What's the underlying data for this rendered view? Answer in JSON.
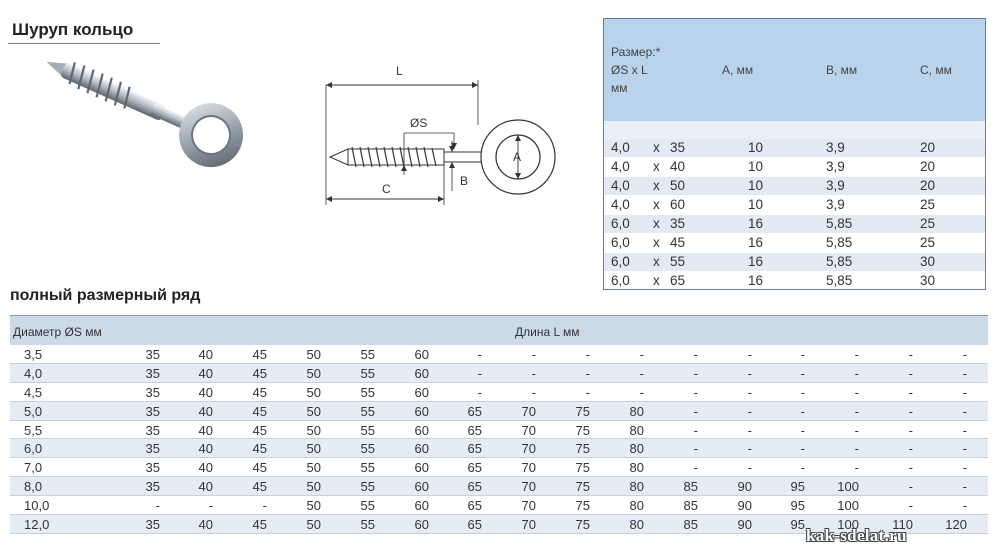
{
  "title": "Шуруп кольцо",
  "drawing": {
    "label_L": "L",
    "label_S": "ØS",
    "label_A": "A",
    "label_B": "B",
    "label_C": "C"
  },
  "spec_table": {
    "header": {
      "size_line1": "Размер:*",
      "size_line2": "ØS  x L",
      "size_line3": "мм",
      "col_a": "A, мм",
      "col_b": "B, мм",
      "col_c": "C, мм"
    },
    "rows": [
      {
        "d": "4,0",
        "x": "x",
        "l": "35",
        "a": "10",
        "b": "3,9",
        "c": "20"
      },
      {
        "d": "4,0",
        "x": "x",
        "l": "40",
        "a": "10",
        "b": "3,9",
        "c": "20"
      },
      {
        "d": "4,0",
        "x": "x",
        "l": "50",
        "a": "10",
        "b": "3,9",
        "c": "20"
      },
      {
        "d": "4,0",
        "x": "x",
        "l": "60",
        "a": "10",
        "b": "3,9",
        "c": "25"
      },
      {
        "d": "6,0",
        "x": "x",
        "l": "35",
        "a": "16",
        "b": "5,85",
        "c": "25"
      },
      {
        "d": "6,0",
        "x": "x",
        "l": "45",
        "a": "16",
        "b": "5,85",
        "c": "25"
      },
      {
        "d": "6,0",
        "x": "x",
        "l": "55",
        "a": "16",
        "b": "5,85",
        "c": "30"
      },
      {
        "d": "6,0",
        "x": "x",
        "l": "65",
        "a": "16",
        "b": "5,85",
        "c": "30"
      }
    ]
  },
  "subtitle": "полный размерный ряд",
  "range_table": {
    "header_diameter": "Диаметр ØS мм",
    "header_length": "Длина  L  мм",
    "rows": [
      {
        "d": "3,5",
        "v": [
          "35",
          "40",
          "45",
          "50",
          "55",
          "60",
          "-",
          "-",
          "-",
          "-",
          "-",
          "-",
          "-",
          "-",
          "-",
          "-"
        ]
      },
      {
        "d": "4,0",
        "v": [
          "35",
          "40",
          "45",
          "50",
          "55",
          "60",
          "-",
          "-",
          "-",
          "-",
          "-",
          "-",
          "-",
          "-",
          "-",
          "-"
        ]
      },
      {
        "d": "4,5",
        "v": [
          "35",
          "40",
          "45",
          "50",
          "55",
          "60",
          "-",
          "-",
          "-",
          "-",
          "-",
          "-",
          "-",
          "-",
          "-",
          "-"
        ]
      },
      {
        "d": "5,0",
        "v": [
          "35",
          "40",
          "45",
          "50",
          "55",
          "60",
          "65",
          "70",
          "75",
          "80",
          "-",
          "-",
          "-",
          "-",
          "-",
          "-"
        ]
      },
      {
        "d": "5,5",
        "v": [
          "35",
          "40",
          "45",
          "50",
          "55",
          "60",
          "65",
          "70",
          "75",
          "80",
          "-",
          "-",
          "-",
          "-",
          "-",
          "-"
        ]
      },
      {
        "d": "6,0",
        "v": [
          "35",
          "40",
          "45",
          "50",
          "55",
          "60",
          "65",
          "70",
          "75",
          "80",
          "-",
          "-",
          "-",
          "-",
          "-",
          "-"
        ]
      },
      {
        "d": "7,0",
        "v": [
          "35",
          "40",
          "45",
          "50",
          "55",
          "60",
          "65",
          "70",
          "75",
          "80",
          "-",
          "-",
          "-",
          "-",
          "-",
          "-"
        ]
      },
      {
        "d": "8,0",
        "v": [
          "35",
          "40",
          "45",
          "50",
          "55",
          "60",
          "65",
          "70",
          "75",
          "80",
          "85",
          "90",
          "95",
          "100",
          "-",
          "-"
        ]
      },
      {
        "d": "10,0",
        "v": [
          "-",
          "-",
          "-",
          "50",
          "55",
          "60",
          "65",
          "70",
          "75",
          "80",
          "85",
          "90",
          "95",
          "100",
          "-",
          "-"
        ]
      },
      {
        "d": "12,0",
        "v": [
          "35",
          "40",
          "45",
          "50",
          "55",
          "60",
          "65",
          "70",
          "75",
          "80",
          "85",
          "90",
          "95",
          "100",
          "110",
          "120"
        ]
      }
    ]
  },
  "watermark": "kak-sdelat.ru"
}
